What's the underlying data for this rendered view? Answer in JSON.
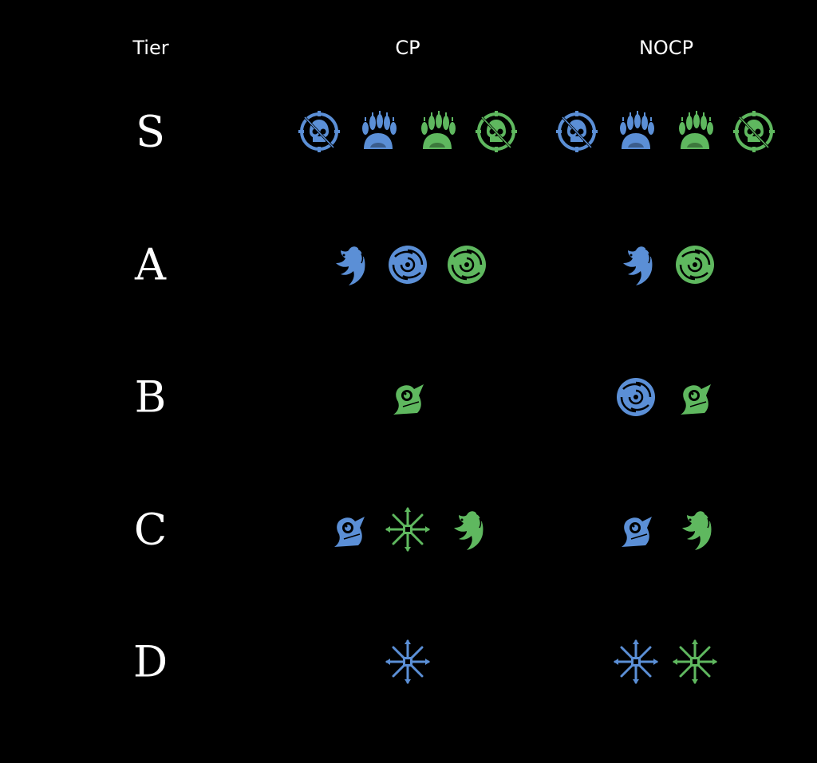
{
  "headers": {
    "tier": "Tier",
    "cp": "CP",
    "nocp": "NOCP"
  },
  "colors": {
    "blue": "#5b8fd6",
    "green": "#5fb85f",
    "background": "#000000",
    "text": "#ffffff"
  },
  "tiers": [
    {
      "label": "S",
      "cp": [
        {
          "icon": "skull-crosshair",
          "color": "blue"
        },
        {
          "icon": "bear-paw",
          "color": "blue"
        },
        {
          "icon": "bear-paw",
          "color": "green"
        },
        {
          "icon": "skull-crosshair",
          "color": "green"
        }
      ],
      "nocp": [
        {
          "icon": "skull-crosshair",
          "color": "blue"
        },
        {
          "icon": "bear-paw",
          "color": "blue"
        },
        {
          "icon": "bear-paw",
          "color": "green"
        },
        {
          "icon": "skull-crosshair",
          "color": "green"
        }
      ]
    },
    {
      "label": "A",
      "cp": [
        {
          "icon": "dragon",
          "color": "blue"
        },
        {
          "icon": "swirl",
          "color": "blue"
        },
        {
          "icon": "swirl",
          "color": "green"
        }
      ],
      "nocp": [
        {
          "icon": "dragon",
          "color": "blue"
        },
        {
          "icon": "swirl",
          "color": "green"
        }
      ]
    },
    {
      "label": "B",
      "cp": [
        {
          "icon": "eye-shard",
          "color": "green"
        }
      ],
      "nocp": [
        {
          "icon": "swirl",
          "color": "blue"
        },
        {
          "icon": "eye-shard",
          "color": "green"
        }
      ]
    },
    {
      "label": "C",
      "cp": [
        {
          "icon": "eye-shard",
          "color": "blue"
        },
        {
          "icon": "chaos-star",
          "color": "green"
        },
        {
          "icon": "dragon",
          "color": "green"
        }
      ],
      "nocp": [
        {
          "icon": "eye-shard",
          "color": "blue"
        },
        {
          "icon": "dragon",
          "color": "green"
        }
      ]
    },
    {
      "label": "D",
      "cp": [
        {
          "icon": "chaos-star",
          "color": "blue"
        }
      ],
      "nocp": [
        {
          "icon": "chaos-star",
          "color": "blue"
        },
        {
          "icon": "chaos-star",
          "color": "green"
        }
      ]
    }
  ]
}
